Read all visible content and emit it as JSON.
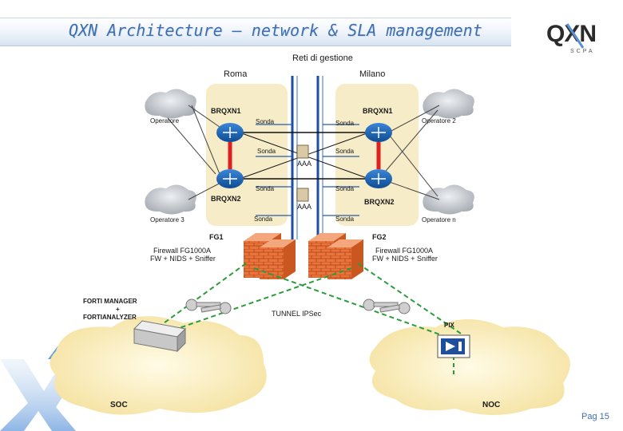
{
  "slide": {
    "title": "QXN Architecture – network & SLA management",
    "page": "Pag 15"
  },
  "logo": {
    "text": "QXN",
    "sub": "SCPA"
  },
  "diagram": {
    "management_network": "Reti di gestione",
    "sites": {
      "rome": "Roma",
      "milan": "Milano"
    },
    "routers": [
      "BRQXN1",
      "BRQXN1",
      "BRQXN2",
      "BRQXN2"
    ],
    "operators": [
      "Operatore",
      "Operatore 2",
      "Operatore 3",
      "Operatore n"
    ],
    "probe_label": "Sonda",
    "aaa_label": "AAA",
    "firewalls": [
      {
        "name": "FG1",
        "line1": "Firewall FG1000A",
        "line2": "FW + NIDS + Sniffer"
      },
      {
        "name": "FG2",
        "line1": "Firewall FG1000A",
        "line2": "FW + NIDS + Sniffer"
      }
    ],
    "forti_manager": [
      "FORTI MANAGER",
      "+",
      "FORTIANALYZER"
    ],
    "tunnel": "TUNNEL IPSec",
    "pix": "PIX",
    "soc": "SOC",
    "noc": "NOC"
  },
  "colors": {
    "title": "#3d6fb0",
    "site_zone": "#f7ecc8",
    "router": "#1f5fa8",
    "wan_link": "#2a9d3a",
    "cluster_link": "#e02020",
    "mgmt_bus": "#1d4fa0",
    "firewall": "#e8703a",
    "cloud": "#fbf0c0",
    "op_cloud": "#bfc3c8"
  }
}
